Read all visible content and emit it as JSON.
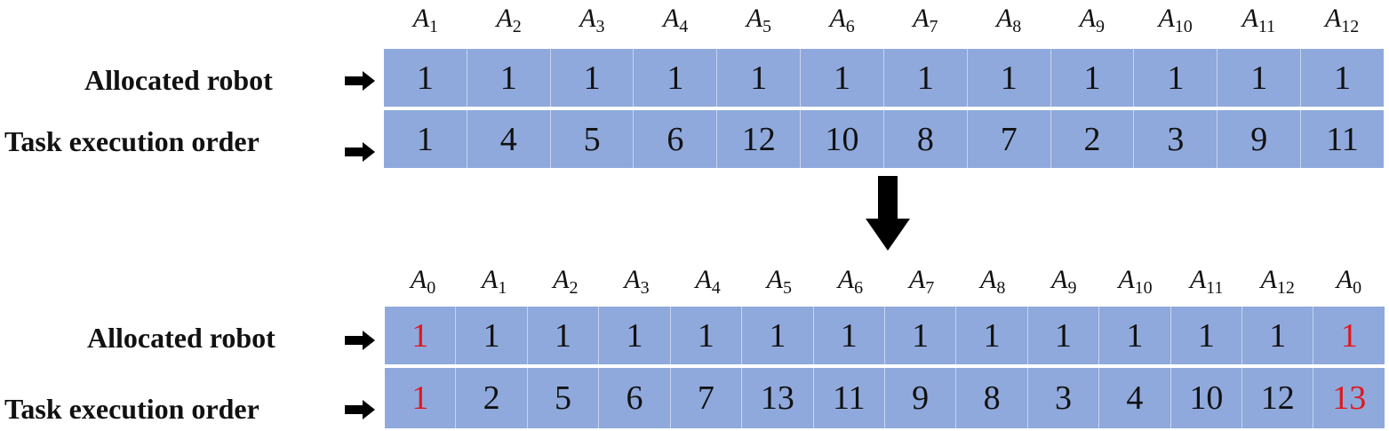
{
  "top": {
    "headers": [
      {
        "base": "A",
        "sub": "1"
      },
      {
        "base": "A",
        "sub": "2"
      },
      {
        "base": "A",
        "sub": "3"
      },
      {
        "base": "A",
        "sub": "4"
      },
      {
        "base": "A",
        "sub": "5"
      },
      {
        "base": "A",
        "sub": "6"
      },
      {
        "base": "A",
        "sub": "7"
      },
      {
        "base": "A",
        "sub": "8"
      },
      {
        "base": "A",
        "sub": "9"
      },
      {
        "base": "A",
        "sub": "10"
      },
      {
        "base": "A",
        "sub": "11"
      },
      {
        "base": "A",
        "sub": "12"
      }
    ],
    "rows": [
      {
        "label": "Allocated robot",
        "cells": [
          {
            "v": "1"
          },
          {
            "v": "1"
          },
          {
            "v": "1"
          },
          {
            "v": "1"
          },
          {
            "v": "1"
          },
          {
            "v": "1"
          },
          {
            "v": "1"
          },
          {
            "v": "1"
          },
          {
            "v": "1"
          },
          {
            "v": "1"
          },
          {
            "v": "1"
          },
          {
            "v": "1"
          }
        ]
      },
      {
        "label": "Task execution order",
        "cells": [
          {
            "v": "1"
          },
          {
            "v": "4"
          },
          {
            "v": "5"
          },
          {
            "v": "6"
          },
          {
            "v": "12"
          },
          {
            "v": "10"
          },
          {
            "v": "8"
          },
          {
            "v": "7"
          },
          {
            "v": "2"
          },
          {
            "v": "3"
          },
          {
            "v": "9"
          },
          {
            "v": "11"
          }
        ]
      }
    ]
  },
  "bottom": {
    "headers": [
      {
        "base": "A",
        "sub": "0"
      },
      {
        "base": "A",
        "sub": "1"
      },
      {
        "base": "A",
        "sub": "2"
      },
      {
        "base": "A",
        "sub": "3"
      },
      {
        "base": "A",
        "sub": "4"
      },
      {
        "base": "A",
        "sub": "5"
      },
      {
        "base": "A",
        "sub": "6"
      },
      {
        "base": "A",
        "sub": "7"
      },
      {
        "base": "A",
        "sub": "8"
      },
      {
        "base": "A",
        "sub": "9"
      },
      {
        "base": "A",
        "sub": "10"
      },
      {
        "base": "A",
        "sub": "11"
      },
      {
        "base": "A",
        "sub": "12"
      },
      {
        "base": "A",
        "sub": "0"
      }
    ],
    "rows": [
      {
        "label": "Allocated robot",
        "cells": [
          {
            "v": "1",
            "red": true
          },
          {
            "v": "1"
          },
          {
            "v": "1"
          },
          {
            "v": "1"
          },
          {
            "v": "1"
          },
          {
            "v": "1"
          },
          {
            "v": "1"
          },
          {
            "v": "1"
          },
          {
            "v": "1"
          },
          {
            "v": "1"
          },
          {
            "v": "1"
          },
          {
            "v": "1"
          },
          {
            "v": "1"
          },
          {
            "v": "1",
            "red": true
          }
        ]
      },
      {
        "label": "Task execution order",
        "cells": [
          {
            "v": "1",
            "red": true
          },
          {
            "v": "2"
          },
          {
            "v": "5"
          },
          {
            "v": "6"
          },
          {
            "v": "7"
          },
          {
            "v": "13"
          },
          {
            "v": "11"
          },
          {
            "v": "9"
          },
          {
            "v": "8"
          },
          {
            "v": "3"
          },
          {
            "v": "4"
          },
          {
            "v": "10"
          },
          {
            "v": "12"
          },
          {
            "v": "13",
            "red": true
          }
        ]
      }
    ]
  },
  "colors": {
    "cell_fill": "#8fa9dc",
    "cell_divider": "#c8d4ee",
    "highlight": "#e0181c",
    "text": "#111111"
  }
}
